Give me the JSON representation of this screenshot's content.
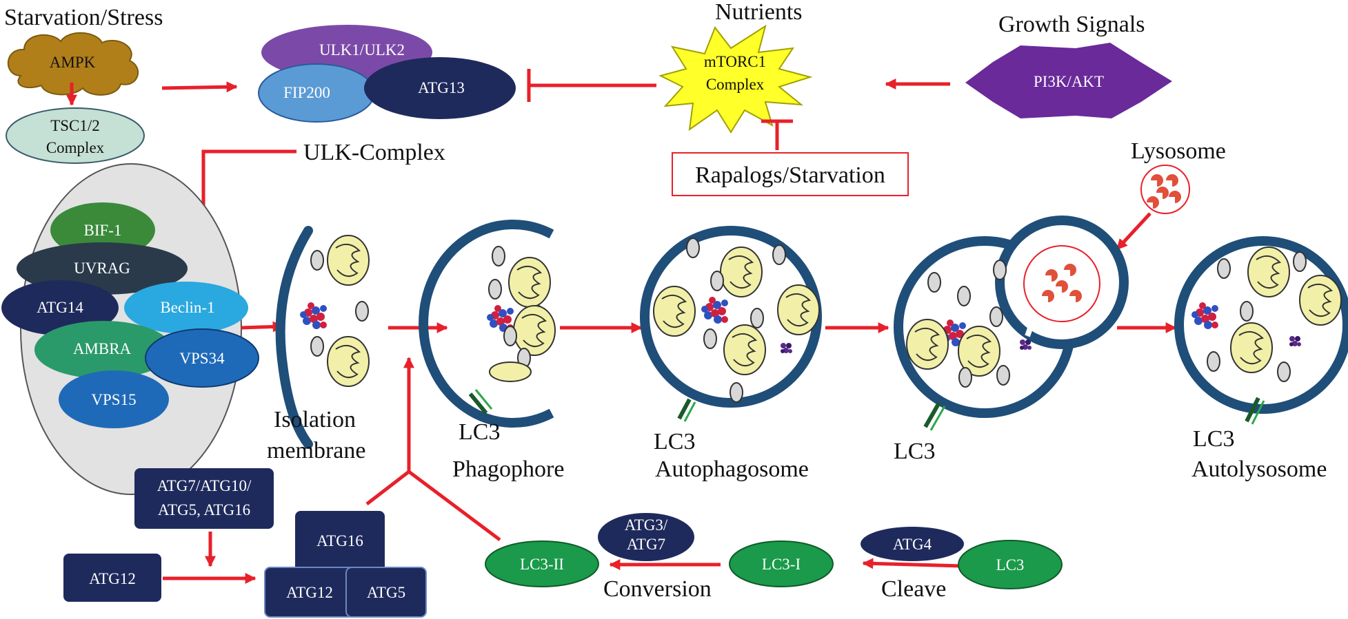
{
  "labels": {
    "starvation_stress": "Starvation/Stress",
    "nutrients": "Nutrients",
    "growth_signals": "Growth Signals",
    "ulk_complex": "ULK-Complex",
    "rapalogs": "Rapalogs/Starvation",
    "lysosome": "Lysosome",
    "isolation_1": "Isolation",
    "isolation_2": "membrane",
    "lc3_a": "LC3",
    "phagophore": "Phagophore",
    "lc3_b": "LC3",
    "autophagosome": "Autophagosome",
    "lc3_c": "LC3",
    "lc3_d": "LC3",
    "autolysosome": "Autolysosome",
    "conversion": "Conversion",
    "cleave": "Cleave"
  },
  "nodes": {
    "ampk": "AMPK",
    "tsc_1": "TSC1/2",
    "tsc_2": "Complex",
    "ulk": "ULK1/ULK2",
    "fip200": "FIP200",
    "atg13_ulk": "ATG13",
    "mtorc1_1": "mTORC1",
    "mtorc1_2": "Complex",
    "pi3k": "PI3K/AKT",
    "bif1": "BIF-1",
    "uvrag": "UVRAG",
    "atg14": "ATG14",
    "beclin": "Beclin-1",
    "ambra": "AMBRA",
    "vps34": "VPS34",
    "vps15": "VPS15",
    "atg7group_1": "ATG7/ATG10/",
    "atg7group_2": "ATG5, ATG16",
    "atg12_left": "ATG12",
    "atg16": "ATG16",
    "atg12_bottom": "ATG12",
    "atg5": "ATG5",
    "atg3_1": "ATG3/",
    "atg3_2": "ATG7",
    "lc3ii": "LC3-II",
    "lc3i": "LC3-I",
    "atg4": "ATG4",
    "lc3_green": "LC3"
  },
  "colors": {
    "arrow_red": "#e8202a",
    "membrane_blue": "#1f4e79",
    "navy": "#1f2a5c",
    "green": "#1a9a4a",
    "ampk_brown": "#b07f1a",
    "mtorc_yellow": "#ffff2a",
    "pi3k_purple": "#6a2a9a",
    "ulk_purple": "#7b4aa8"
  }
}
